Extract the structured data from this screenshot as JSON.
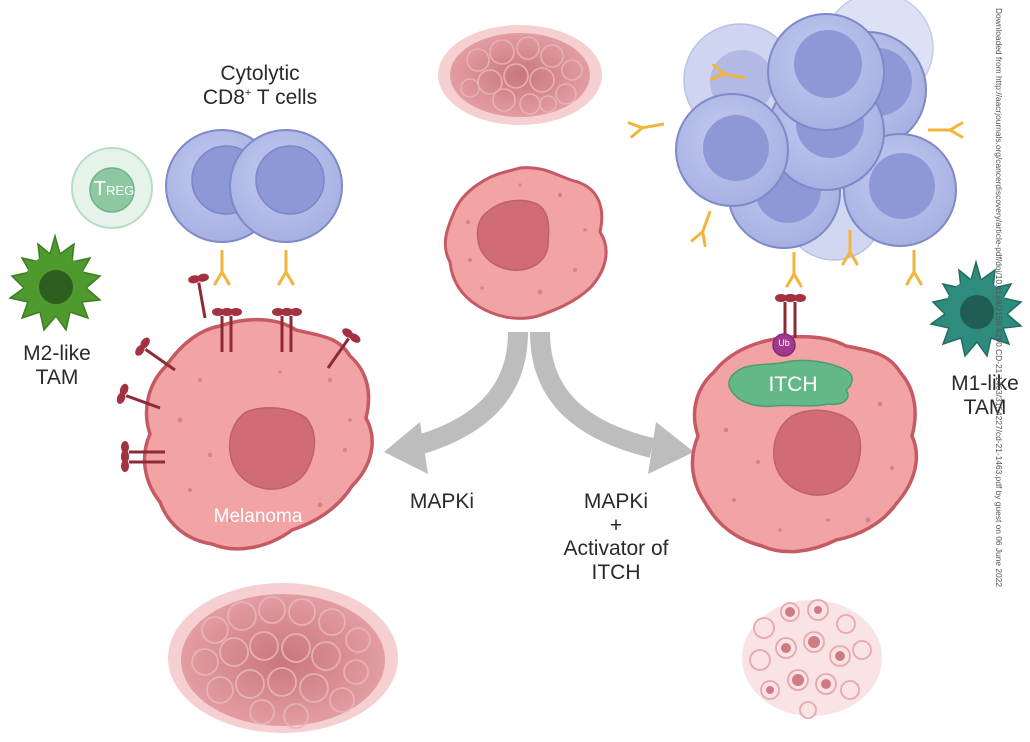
{
  "labels": {
    "t_cells_line1": "Cytolytic",
    "t_cells_line2": "CD8",
    "t_cells_sup": "+",
    "t_cells_line2_rest": " T cells",
    "treg_T": "T",
    "treg_sub": "REG",
    "m2_line1": "M2-like",
    "m2_line2": "TAM",
    "m1_line1": "M1-like",
    "m1_line2": "TAM",
    "melanoma": "Melanoma",
    "itch": "ITCH",
    "ub": "Ub",
    "left_arrow": "MAPKi",
    "right_arrow_1": "MAPKi",
    "right_arrow_2": "+",
    "right_arrow_3": "Activator of",
    "right_arrow_4": "ITCH"
  },
  "watermark": "Downloaded from http://aacrjournals.org/cancerdiscovery/article-pdf/doi/10.1158/2159-8290.CD-21-1463/3154227/cd-21-1463.pdf by guest on 06 June 2022",
  "colors": {
    "tumor_fill": "#f2a3a3",
    "tumor_stroke": "#c65a64",
    "nucleus": "#d06d74",
    "t_cell": "#aeb8e6",
    "t_cell_nucleus": "#8f98d6",
    "antibody": "#f1b43c",
    "receptor": "#8e2a36",
    "itch": "#63b889",
    "m2_tam": "#4e9a2f",
    "m1_tam": "#2e8c7e",
    "treg": "#8dc8a1",
    "arrow": "#bdbdbd"
  }
}
